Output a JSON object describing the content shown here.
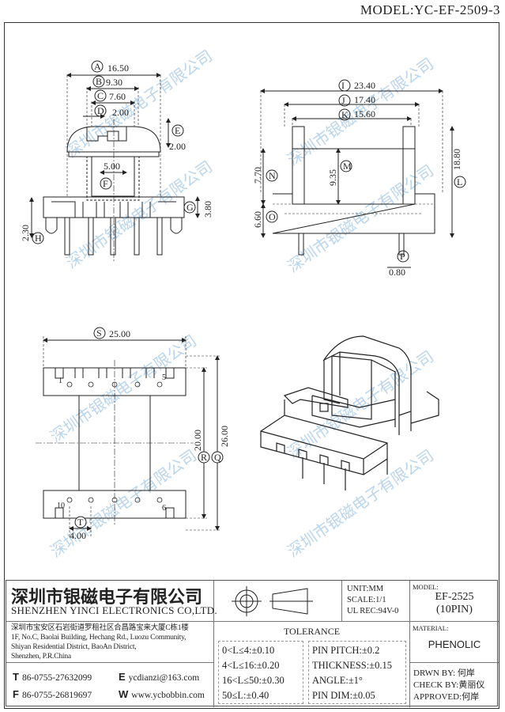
{
  "model_title": "MODEL:YC-EF-2509-3",
  "watermark": "深圳市银磁电子有限公司",
  "front_view": {
    "A": "A",
    "A_val": "16.50",
    "B": "B",
    "B_val": "9.30",
    "C": "C",
    "C_val": "7.60",
    "D": "D",
    "D_val": "2.00",
    "E": "E",
    "E_val": "2.00",
    "F": "F",
    "F_val": "5.00",
    "G": "G",
    "G_val": "3.80",
    "H": "H",
    "H_val": "2.30"
  },
  "side_view": {
    "I": "I",
    "I_val": "23.40",
    "J": "J",
    "J_val": "17.40",
    "K": "K",
    "K_val": "15.60",
    "L": "L",
    "L_val": "18.80",
    "M": "M",
    "M_val": "9.35",
    "N": "N",
    "N_val": "7.70",
    "O": "O",
    "O_val": "6.60",
    "P": "P",
    "P_val": "0.80"
  },
  "bottom_view": {
    "S": "S",
    "S_val": "25.00",
    "R": "R",
    "R_val": "20.00",
    "Q": "Q",
    "Q_val": "26.00",
    "T": "T",
    "T_val": "4.00",
    "pin1": "1",
    "pin5": "5",
    "pin10": "10",
    "pin6": "6"
  },
  "title_block": {
    "company_cn": "深圳市银磁电子有限公司",
    "company_en": "SHENZHEN YINCI ELECTRONICS CO,LTD.",
    "address": [
      "深圳市宝安区石岩街道罗租社区合昌路宝来大厦C栋1楼",
      "1F, No.C, Baolai Building, Hechang Rd., Luozu Community,",
      "Shiyan Residential District, BaoAn District,",
      "Shenzhen, P.R.China"
    ],
    "tel_label": "T",
    "tel": "86-0755-27632099",
    "fax_label": "F",
    "fax": "86-0755-26819697",
    "email_label": "E",
    "email": "ycdianzi@163.com",
    "web_label": "W",
    "web": "www.ycbobbin.com",
    "unit": "UNIT:MM",
    "scale": "SCALE:1/1",
    "ul": "UL REC:94V-0",
    "model_label": "MODEL:",
    "model": "EF-2525",
    "model_sub": "(10PIN)",
    "material_label": "MATERIAL:",
    "material": "PHENOLIC",
    "tolerance_title": "TOLERANCE",
    "tolerance_left": [
      "0<L≤4:±0.10",
      "4<L≤16:±0.20",
      "16<L≤50:±0.30",
      "50≤L:±0.40"
    ],
    "tolerance_right": [
      "PIN PITCH:±0.2",
      "THICKNESS:±0.15",
      "ANGLE:±1°",
      "PIN DIM:±0.05"
    ],
    "drawn": "DRWN BY: 何岸",
    "checked": "CHECK BY:黄丽仪",
    "approved": "APPROVED:何岸"
  }
}
